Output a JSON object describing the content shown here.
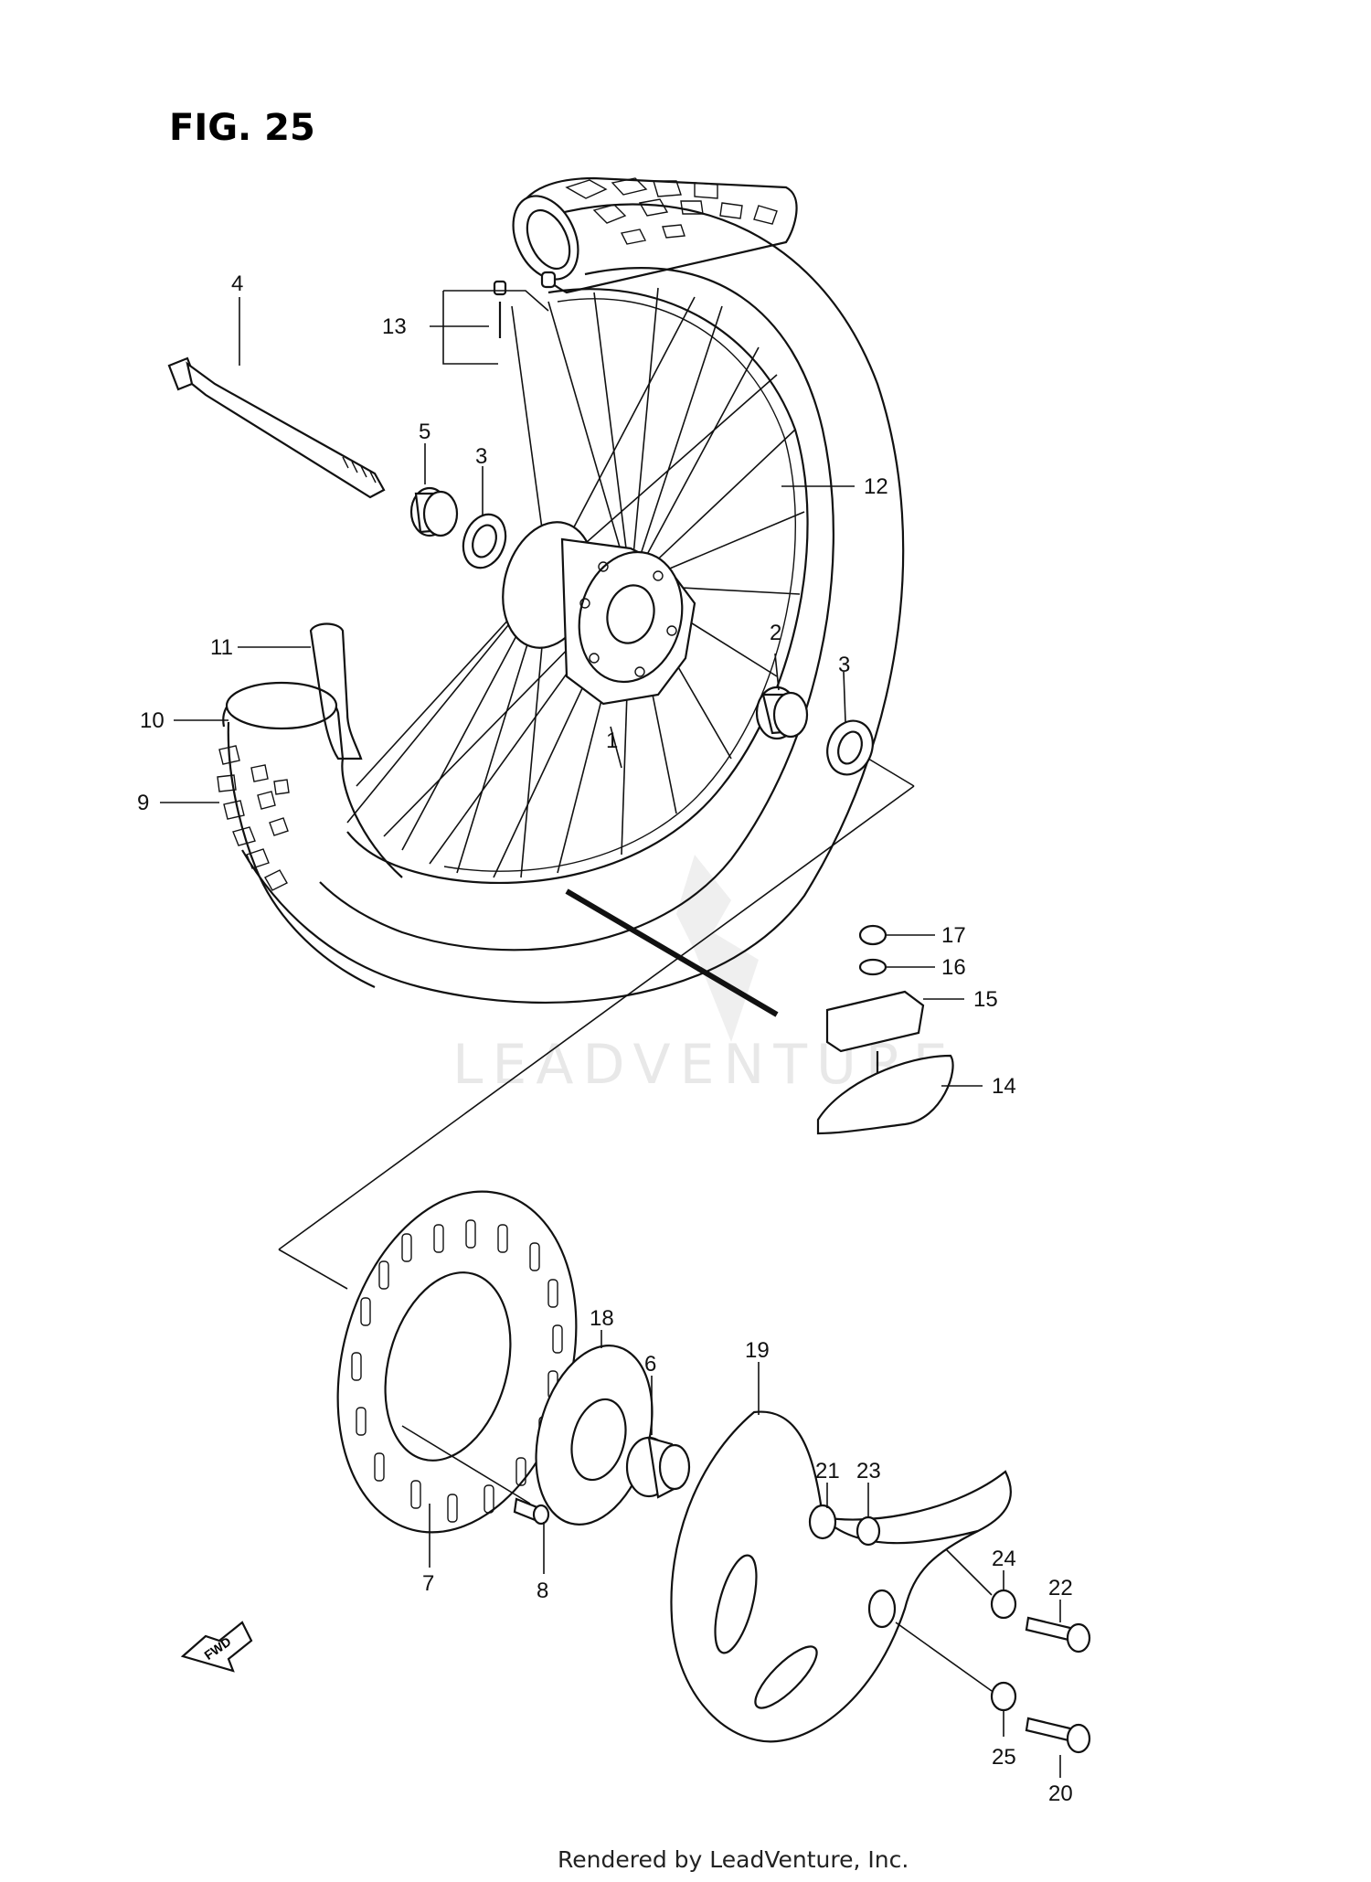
{
  "figure": {
    "title": "FIG. 25",
    "fwd_label": "FWD",
    "watermark": "LEADVENTURE",
    "footer": "Rendered by LeadVenture, Inc."
  },
  "callouts": [
    {
      "id": "c1",
      "label": "1"
    },
    {
      "id": "c2",
      "label": "2"
    },
    {
      "id": "c3a",
      "label": "3"
    },
    {
      "id": "c3b",
      "label": "3"
    },
    {
      "id": "c4",
      "label": "4"
    },
    {
      "id": "c5",
      "label": "5"
    },
    {
      "id": "c6",
      "label": "6"
    },
    {
      "id": "c7",
      "label": "7"
    },
    {
      "id": "c8",
      "label": "8"
    },
    {
      "id": "c9",
      "label": "9"
    },
    {
      "id": "c10",
      "label": "10"
    },
    {
      "id": "c11",
      "label": "11"
    },
    {
      "id": "c12",
      "label": "12"
    },
    {
      "id": "c13",
      "label": "13"
    },
    {
      "id": "c14",
      "label": "14"
    },
    {
      "id": "c15",
      "label": "15"
    },
    {
      "id": "c16",
      "label": "16"
    },
    {
      "id": "c17",
      "label": "17"
    },
    {
      "id": "c18",
      "label": "18"
    },
    {
      "id": "c19",
      "label": "19"
    },
    {
      "id": "c20",
      "label": "20"
    },
    {
      "id": "c21",
      "label": "21"
    },
    {
      "id": "c22",
      "label": "22"
    },
    {
      "id": "c23",
      "label": "23"
    },
    {
      "id": "c24",
      "label": "24"
    },
    {
      "id": "c25",
      "label": "25"
    }
  ]
}
